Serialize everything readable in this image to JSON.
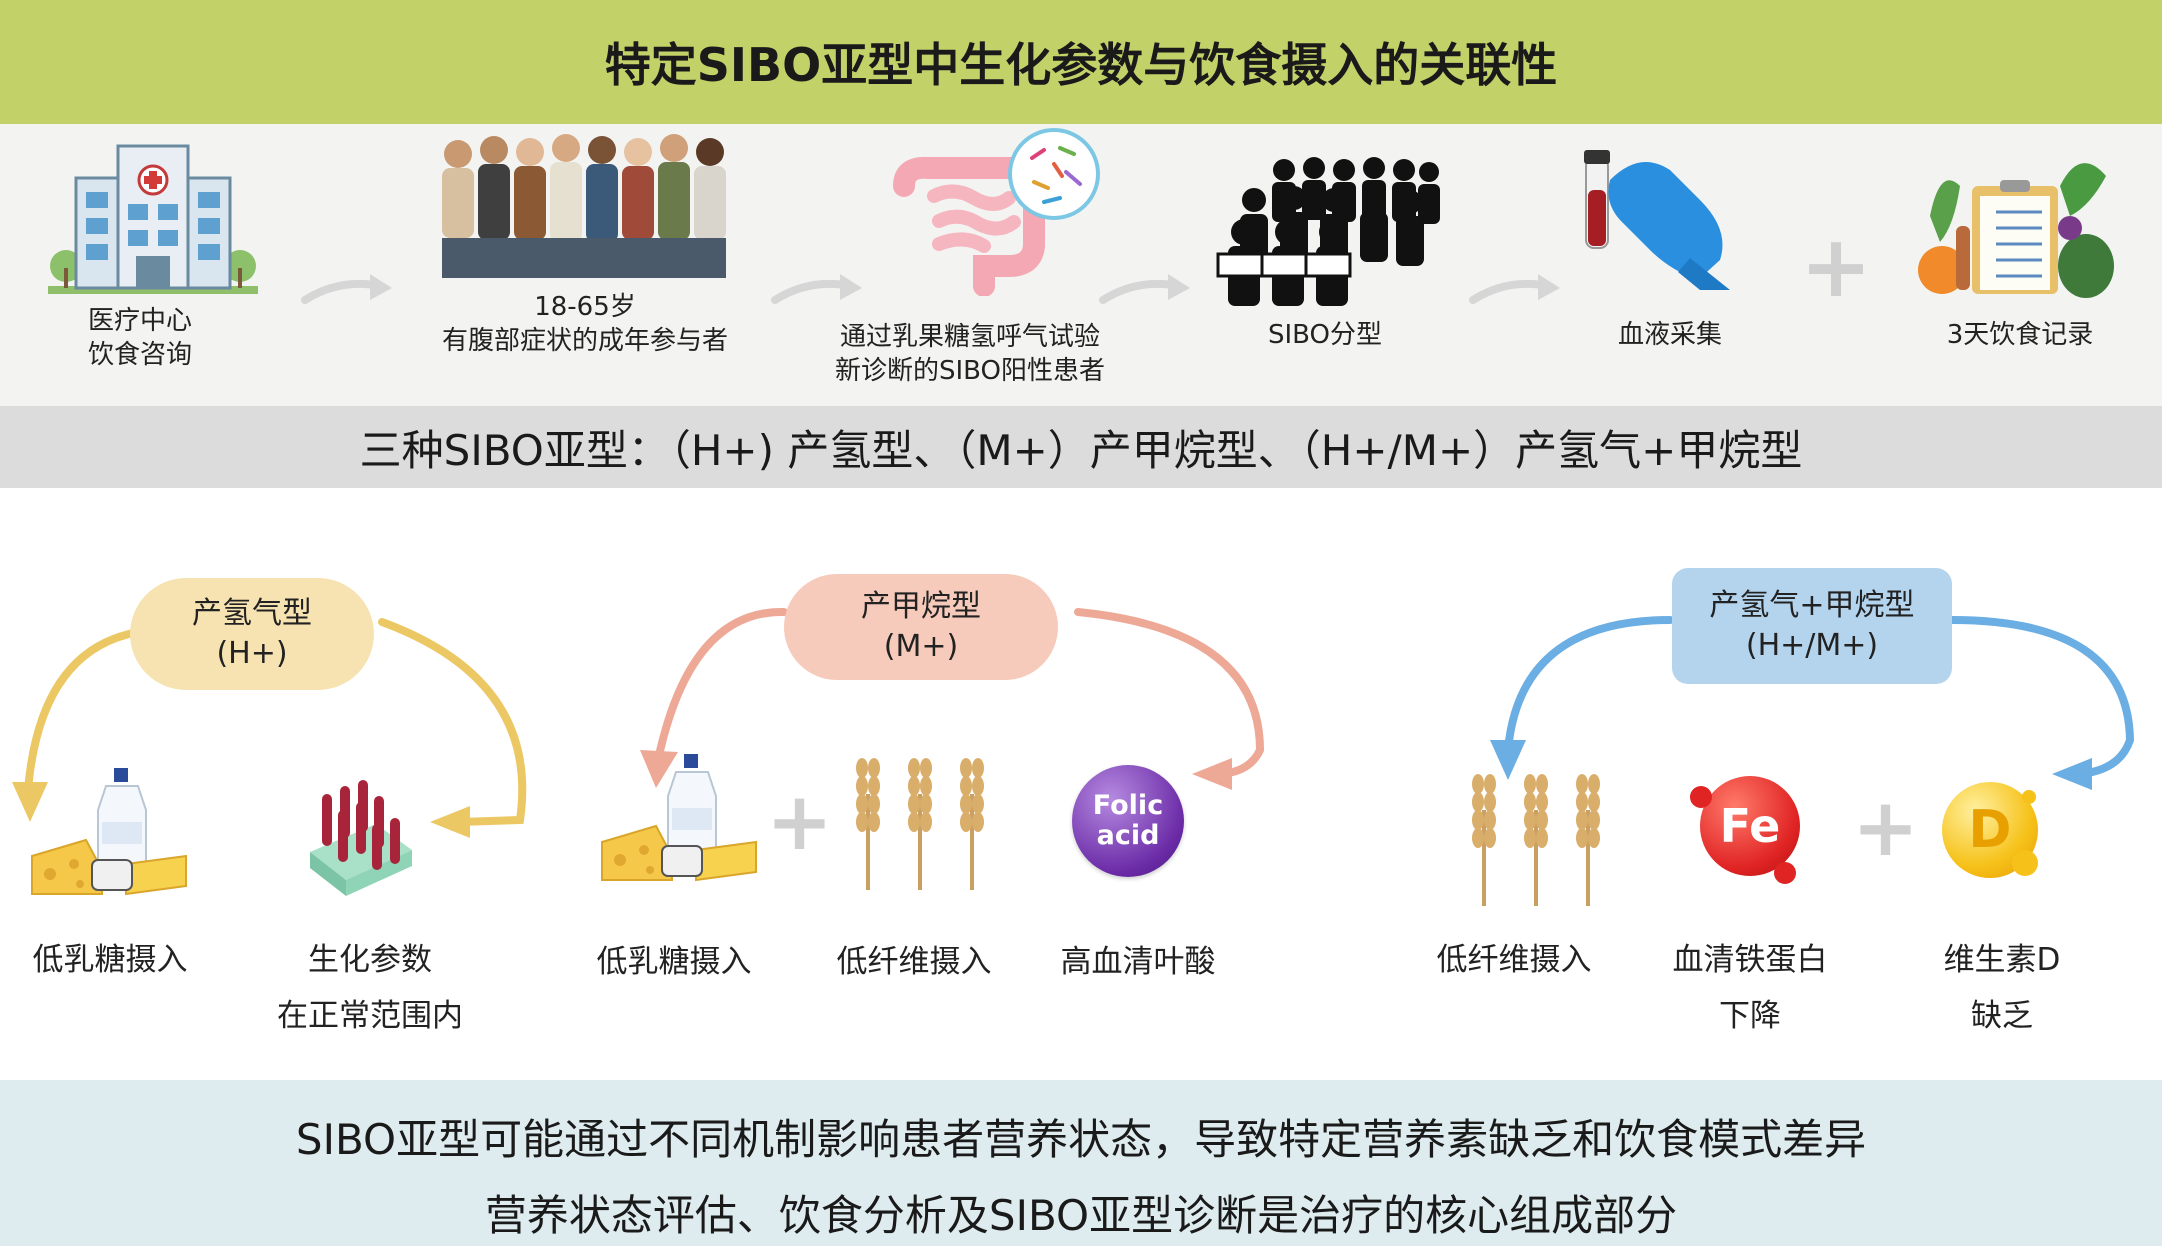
{
  "title": "特定SIBO亚型中生化参数与饮食摄入的关联性",
  "flow": {
    "steps": [
      {
        "line1": "医疗中心",
        "line2": "饮食咨询",
        "icon": "hospital-icon"
      },
      {
        "line1": "18-65岁",
        "line2": "有腹部症状的成年参与者",
        "icon": "people-group-icon"
      },
      {
        "line1": "通过乳果糖氢呼气试验",
        "line2": "新诊断的SIBO阳性患者",
        "icon": "intestine-bacteria-icon"
      },
      {
        "line1": "SIBO分型",
        "line2": "",
        "icon": "crowd-silhouette-icon"
      },
      {
        "line1": "血液采集",
        "line2": "",
        "icon": "blood-sample-hand-icon"
      },
      {
        "line1": "3天饮食记录",
        "line2": "",
        "icon": "food-checklist-icon"
      }
    ]
  },
  "subtypes_banner": "三种SIBO亚型：（H+) 产氢型、（M+）产甲烷型、（H+/M+）产氢气+甲烷型",
  "groups": [
    {
      "name": "产氢气型",
      "code": "(H+)",
      "color": "#ecc864",
      "items": [
        {
          "line1": "低乳糖摄入",
          "line2": "",
          "icon": "milk-cheese-icon"
        },
        {
          "line1": "生化参数",
          "line2": "在正常范围内",
          "icon": "test-tubes-icon"
        }
      ]
    },
    {
      "name": "产甲烷型",
      "code": "(M+)",
      "color": "#eea896",
      "items": [
        {
          "line1": "低乳糖摄入",
          "line2": "",
          "icon": "milk-cheese-icon"
        },
        {
          "line1": "低纤维摄入",
          "line2": "",
          "icon": "wheat-icon"
        },
        {
          "line1": "高血清叶酸",
          "line2": "",
          "icon": "folic-acid-icon",
          "badge": "Folic acid"
        }
      ]
    },
    {
      "name": "产氢气+甲烷型",
      "code": "(H+/M+)",
      "color": "#6aaee4",
      "items": [
        {
          "line1": "低纤维摄入",
          "line2": "",
          "icon": "wheat-icon"
        },
        {
          "line1": "血清铁蛋白",
          "line2": "下降",
          "icon": "iron-fe-icon",
          "badge": "Fe"
        },
        {
          "line1": "维生素D",
          "line2": "缺乏",
          "icon": "vitamin-d-icon",
          "badge": "D"
        }
      ]
    }
  ],
  "conclusion": {
    "line1": "SIBO亚型可能通过不同机制影响患者营养状态，导致特定营养素缺乏和饮食模式差异",
    "line2": "营养状态评估、饮食分析及SIBO亚型诊断是治疗的核心组成部分"
  },
  "colors": {
    "title_bg": "#c3d169",
    "flow_bg": "#f3f4f2",
    "banner_bg": "#dcdcdc",
    "bottom_bg": "#dfecef"
  }
}
